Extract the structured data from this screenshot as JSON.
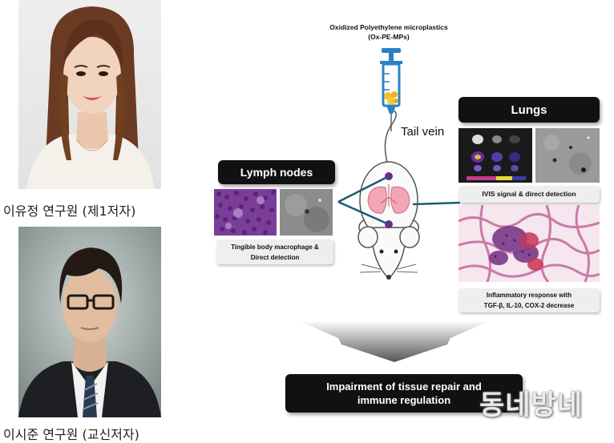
{
  "researchers": [
    {
      "caption": "이유정 연구원 (제1저자)"
    },
    {
      "caption": "이시준 연구원 (교신저자)"
    }
  ],
  "figure": {
    "injection_title_line1": "Oxidized Polyethylene microplastics",
    "injection_title_line2": "(Ox-PE-MPs)",
    "route_label": "Tail vein",
    "lungs": {
      "title": "Lungs",
      "ivis_caption": "IVIS signal & direct detection",
      "inflammation_caption": "Inflammatory response with\nTGF-β, IL-10, COX-2 decrease"
    },
    "lymph_nodes": {
      "title": "Lymph nodes",
      "caption": "Tingible body macrophage &\nDirect detection"
    },
    "conclusion": "Impairment of tissue repair and\nimmune regulation"
  },
  "watermark": "동네방네",
  "colors": {
    "label_bar": "#111111",
    "connector": "#1d5a73",
    "node": "#6a2a8c",
    "caption_box": "#eeeeee"
  }
}
